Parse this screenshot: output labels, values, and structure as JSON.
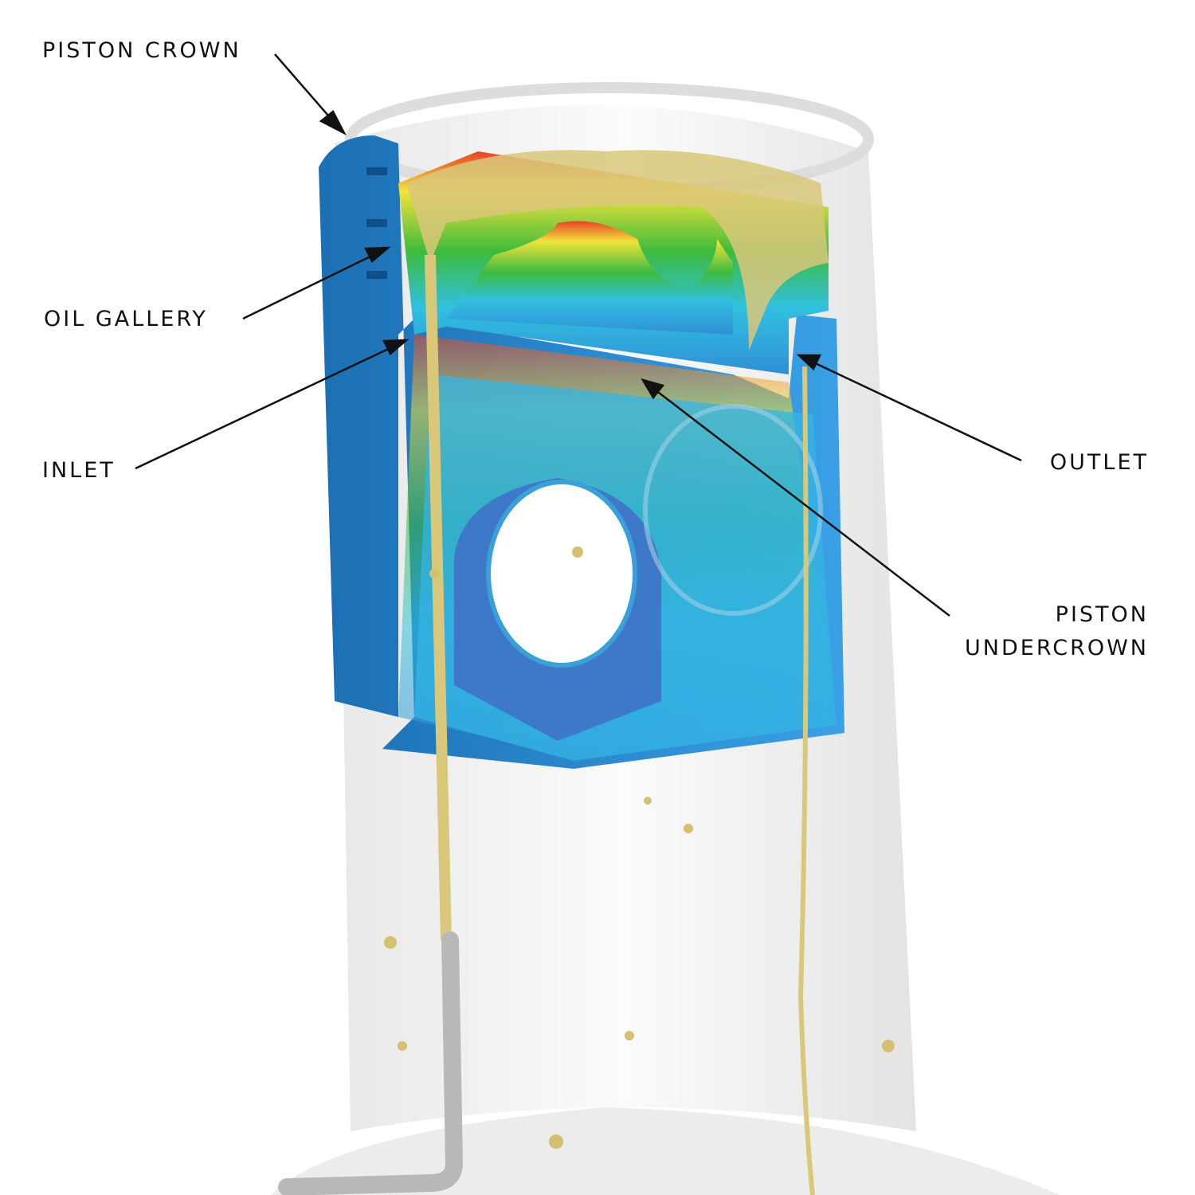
{
  "labels": {
    "piston_crown": "PISTON CROWN",
    "oil_gallery": "OIL GALLERY",
    "inlet": "INLET",
    "outlet": "OUTLET",
    "piston_undercrown_line1": "PISTON",
    "piston_undercrown_line2": "UNDERCROWN"
  },
  "colors": {
    "piston_blue": "#2f8fd6",
    "hot": "#e8432a",
    "warm": "#f2e23a",
    "mid": "#3dbb3d",
    "oil": "#d9c77a",
    "cylinder": "#e9e9e9"
  }
}
